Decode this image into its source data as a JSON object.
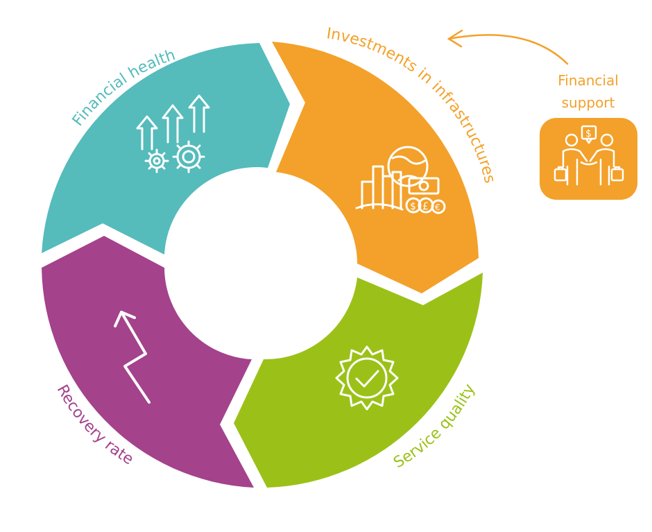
{
  "colors": {
    "financial_health": "#55bbbb",
    "investments": "#f3a12a",
    "service_quality": "#9bc118",
    "recovery_rate": "#a4428c",
    "icon_stroke": "#ffffff"
  },
  "segments": [
    {
      "label": "Financial health",
      "icon": "growth-gears-icon",
      "color_key": "financial_health"
    },
    {
      "label": "Investments in infrastructures",
      "icon": "infrastructure-currency-icon",
      "color_key": "investments"
    },
    {
      "label": "Service quality",
      "icon": "quality-badge-check-icon",
      "color_key": "service_quality"
    },
    {
      "label": "Recovery rate",
      "icon": "zigzag-arrow-icon",
      "color_key": "recovery_rate"
    }
  ],
  "support": {
    "caption_line1": "Financial",
    "caption_line2": "support",
    "icon": "handshake-deal-icon",
    "color": "#f3a12a"
  }
}
